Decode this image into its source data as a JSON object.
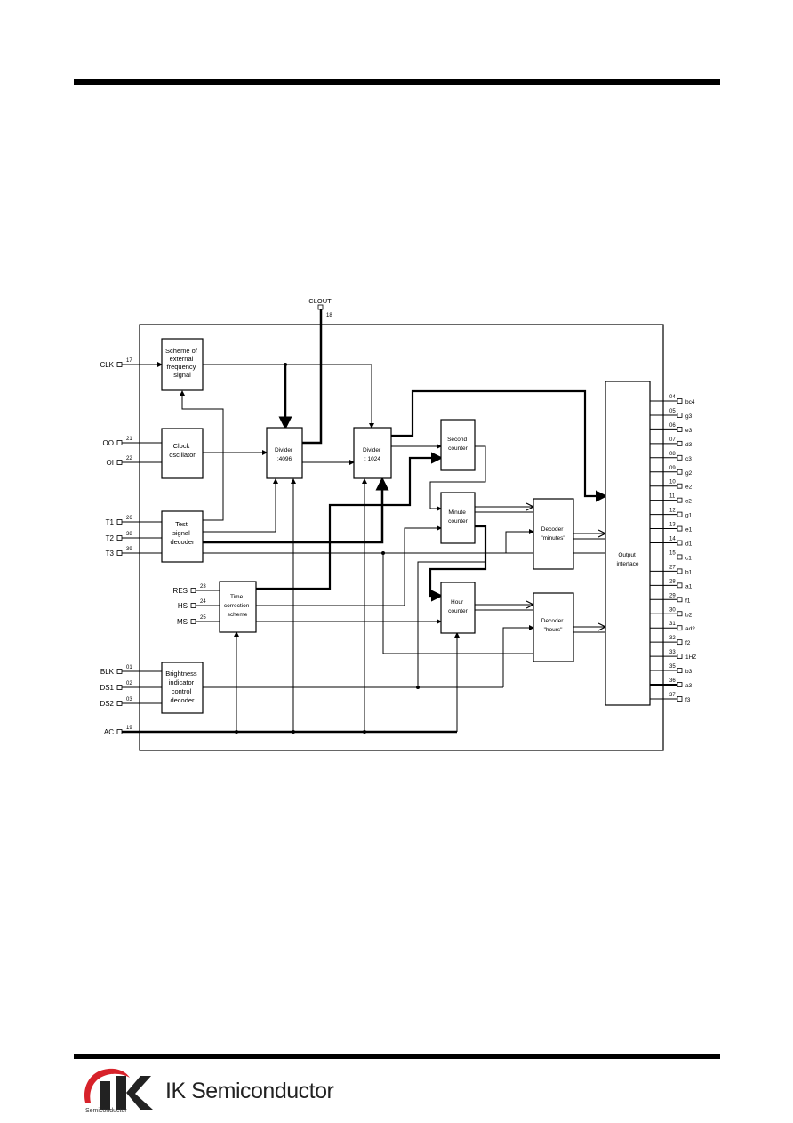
{
  "diagram": {
    "blocks": {
      "ext_freq": [
        "Scheme of",
        "external",
        "frequency",
        "signal"
      ],
      "clock_osc": [
        "Clock",
        "oscillator"
      ],
      "test_dec": [
        "Test",
        "signal",
        "decoder"
      ],
      "time_corr": [
        "Time",
        "correction",
        "scheme"
      ],
      "brightness": [
        "Brightness",
        "indicator",
        "control",
        "decoder"
      ],
      "div4096": [
        "Divider",
        ":4096"
      ],
      "div1024": [
        "Divider",
        ": 1024"
      ],
      "sec_counter": [
        "Second",
        "counter"
      ],
      "min_counter": [
        "Minute",
        "counter"
      ],
      "hour_counter": [
        "Hour",
        "counter"
      ],
      "dec_min": [
        "Decoder",
        "\"minutes\""
      ],
      "dec_hours": [
        "Decoder",
        "\"hours\""
      ],
      "output_if": [
        "Output",
        "interface"
      ]
    },
    "clout": {
      "name": "CLOUT",
      "pin": "18"
    },
    "left_pins": [
      {
        "name": "CLK",
        "pin": "17"
      },
      {
        "name": "OO",
        "pin": "21"
      },
      {
        "name": "OI",
        "pin": "22"
      },
      {
        "name": "T1",
        "pin": "26"
      },
      {
        "name": "T2",
        "pin": "38"
      },
      {
        "name": "T3",
        "pin": "39"
      },
      {
        "name": "RES",
        "pin": "23"
      },
      {
        "name": "HS",
        "pin": "24"
      },
      {
        "name": "MS",
        "pin": "25"
      },
      {
        "name": "BLK",
        "pin": "01"
      },
      {
        "name": "DS1",
        "pin": "02"
      },
      {
        "name": "DS2",
        "pin": "03"
      },
      {
        "name": "AC",
        "pin": "19"
      }
    ],
    "right_pins": [
      {
        "pin": "04",
        "name": "bc4"
      },
      {
        "pin": "05",
        "name": "g3"
      },
      {
        "pin": "06",
        "name": "e3"
      },
      {
        "pin": "07",
        "name": "d3"
      },
      {
        "pin": "08",
        "name": "c3"
      },
      {
        "pin": "09",
        "name": "g2"
      },
      {
        "pin": "10",
        "name": "e2"
      },
      {
        "pin": "11",
        "name": "c2"
      },
      {
        "pin": "12",
        "name": "g1"
      },
      {
        "pin": "13",
        "name": "e1"
      },
      {
        "pin": "14",
        "name": "d1"
      },
      {
        "pin": "15",
        "name": "c1"
      },
      {
        "pin": "27",
        "name": "b1"
      },
      {
        "pin": "28",
        "name": "a1"
      },
      {
        "pin": "29",
        "name": "f1"
      },
      {
        "pin": "30",
        "name": "b2"
      },
      {
        "pin": "31",
        "name": "ad2"
      },
      {
        "pin": "32",
        "name": "f2"
      },
      {
        "pin": "33",
        "name": "1HZ"
      },
      {
        "pin": "35",
        "name": "b3"
      },
      {
        "pin": "36",
        "name": "a3"
      },
      {
        "pin": "37",
        "name": "f3"
      }
    ]
  },
  "footer": {
    "company": "IK Semiconductor",
    "logo_letters": "IK",
    "logo_sub": "Semiconductor"
  }
}
